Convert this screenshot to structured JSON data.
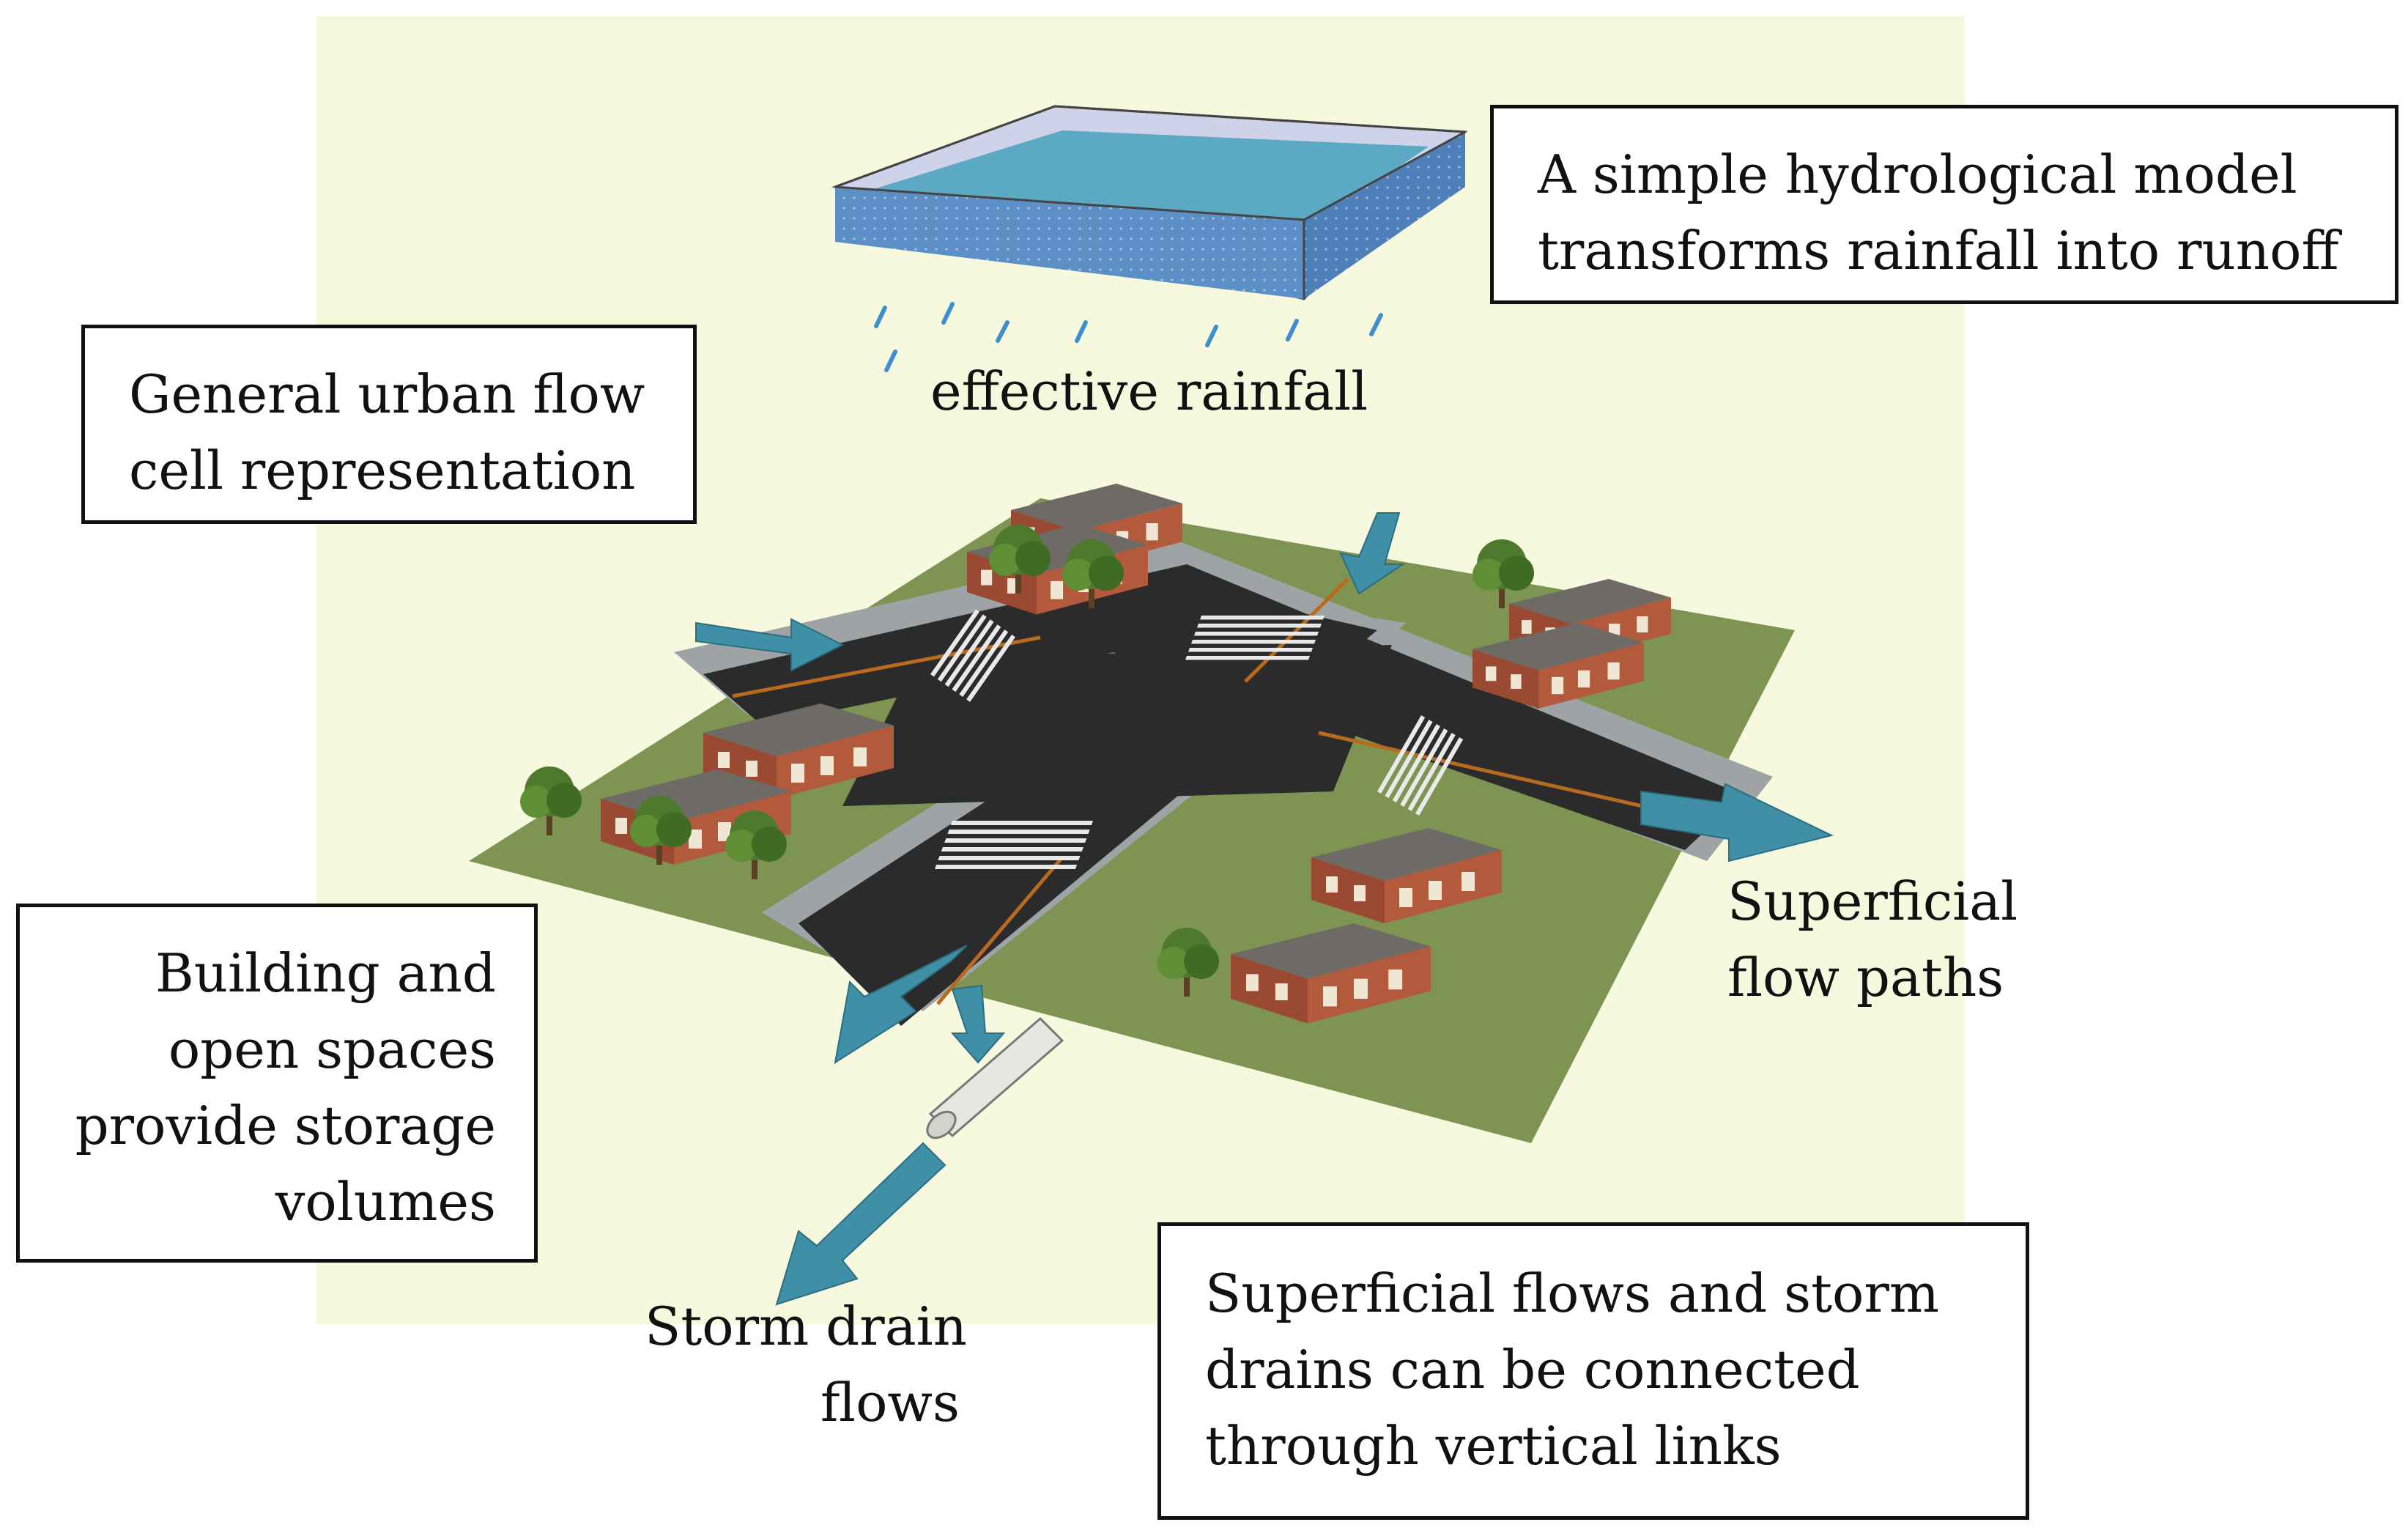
{
  "diagram": {
    "model_box": {
      "lines": [
        "A simple hydrological model",
        "transforms rainfall into runoff"
      ]
    },
    "cell_box": {
      "lines": [
        "General urban flow",
        "cell representation"
      ]
    },
    "rainfall_label": "effective rainfall",
    "storage_box": {
      "lines": [
        "Building and",
        "open spaces",
        "provide storage",
        "volumes"
      ]
    },
    "superficial_label": {
      "lines": [
        "Superficial",
        "flow paths"
      ]
    },
    "storm_label": {
      "lines": [
        "Storm drain",
        "flows"
      ]
    },
    "links_box": {
      "lines": [
        "Superficial flows and storm",
        "drains can be connected",
        "through vertical links"
      ]
    }
  },
  "colors": {
    "background_panel": "#f7f9df",
    "grass": "#7d9452",
    "road": "#2b2b2b",
    "sidewalk": "#9ea3a5",
    "water": "#5ba9c2",
    "arrow": "#3f8fa6",
    "roof": "#6e6a66",
    "brick": "#9a4a32"
  }
}
